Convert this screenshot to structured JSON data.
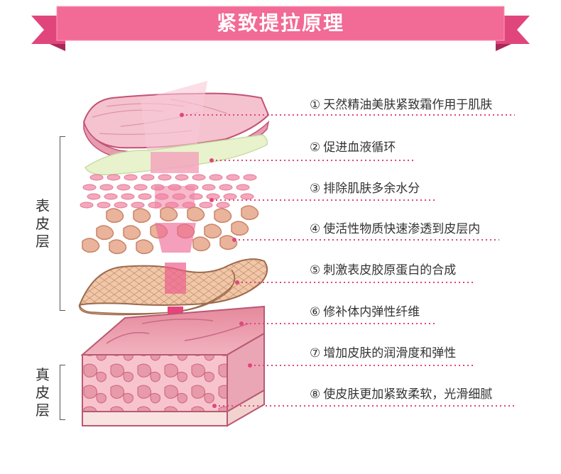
{
  "title": "紧致提拉原理",
  "epidermis_label": [
    "表",
    "皮",
    "层"
  ],
  "dermis_label": [
    "真",
    "皮",
    "层"
  ],
  "steps": [
    {
      "num": "①",
      "text": "天然精油美肤紧致霜作用于肌肤"
    },
    {
      "num": "②",
      "text": "促进血液循环"
    },
    {
      "num": "③",
      "text": "排除肌肤多余水分"
    },
    {
      "num": "④",
      "text": "使活性物质快速渗透到皮层内"
    },
    {
      "num": "⑤",
      "text": "刺激表皮胶原蛋白的合成"
    },
    {
      "num": "⑥",
      "text": "修补体内弹性纤维"
    },
    {
      "num": "⑦",
      "text": "增加皮肤的润滑度和弹性"
    },
    {
      "num": "⑧",
      "text": "使皮肤更加紧致柔软，光滑细腻"
    }
  ],
  "colors": {
    "banner": "#f26a96",
    "banner_dark": "#e0467c",
    "dotted_line": "#e0467c",
    "skin_pink": "#f5b3c0",
    "cell_brown": "#e5a58c",
    "gel_green": "#e6f2c8"
  }
}
